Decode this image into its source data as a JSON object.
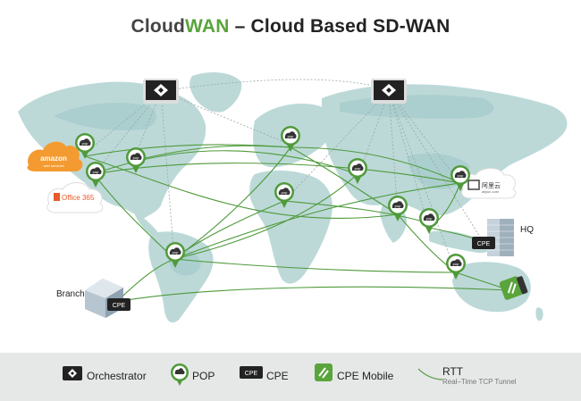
{
  "title": {
    "brand_part1": "Cloud",
    "brand_part2": "WAN",
    "rest": " – Cloud Based SD-WAN"
  },
  "colors": {
    "accent": "#5aa43c",
    "link": "#4f9a3a",
    "map_land": "#bcd9d8",
    "map_land_dark": "#a4cbca",
    "orchestrator": "#222222",
    "aws_orange": "#f39b31"
  },
  "nodes": {
    "pop_label": "pop",
    "cpe_label": "CPE",
    "branch_label": "Branch",
    "hq_label": "HQ",
    "aws_label": "amazon",
    "aws_sub": "web services",
    "office_label": "Office 365",
    "aliyun_label": "阿里云",
    "aliyun_sub": "aliyun.com"
  },
  "legend": {
    "orchestrator": "Orchestrator",
    "pop": "POP",
    "cpe_icon": "CPE",
    "cpe": "CPE",
    "cpe_mobile": "CPE Mobile",
    "rtt": "RTT",
    "rtt_sub": "Real–Time TCP Tunnel"
  }
}
